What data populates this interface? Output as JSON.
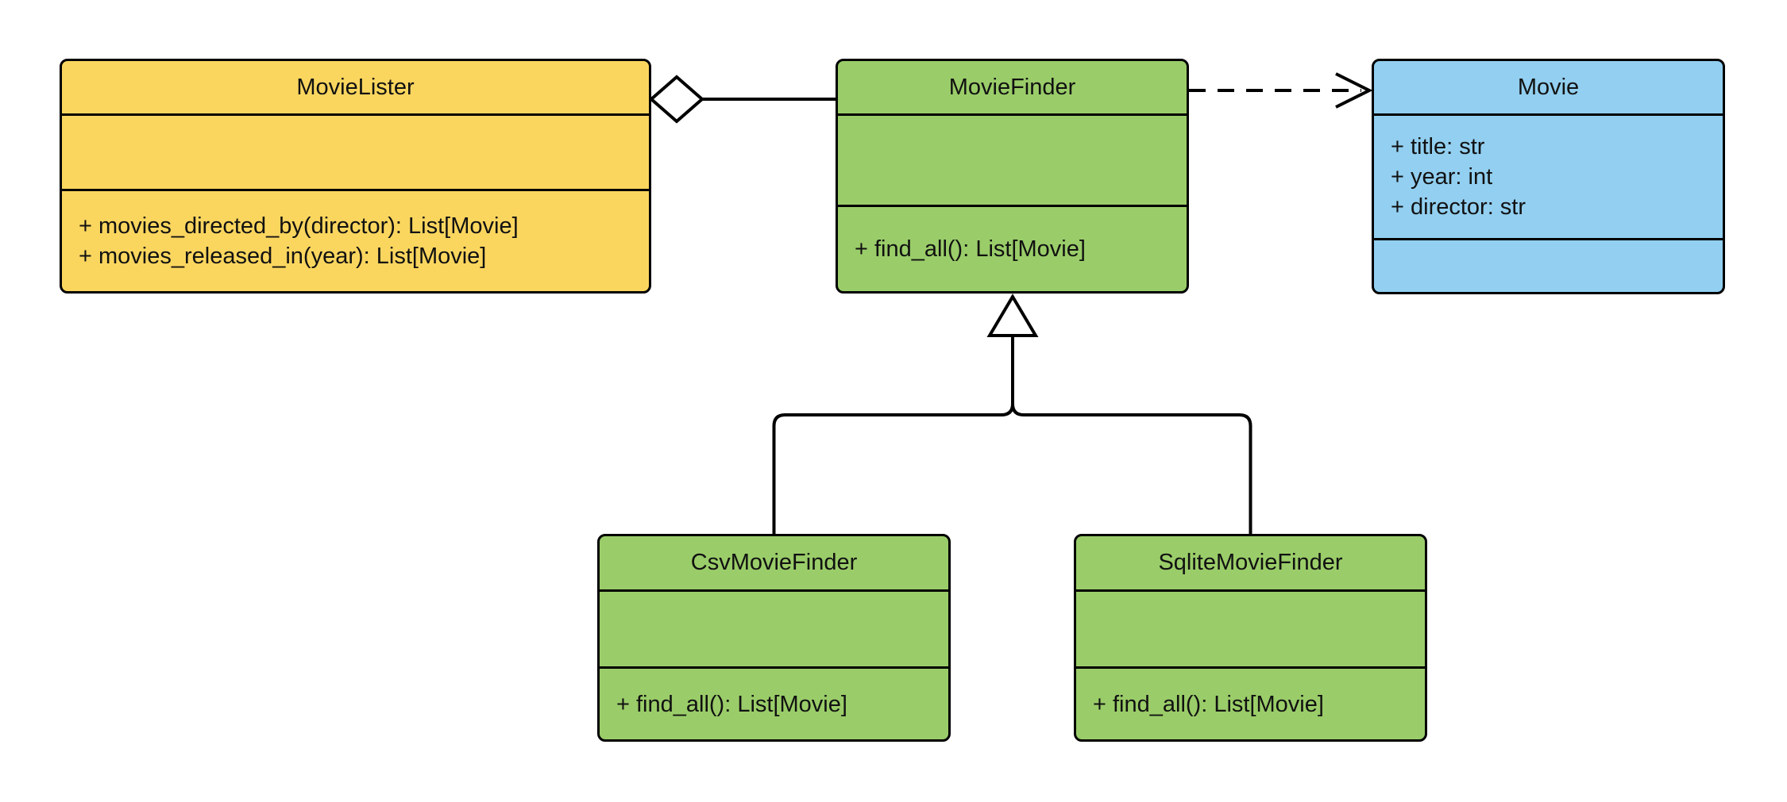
{
  "diagram": {
    "title": "UML class diagram",
    "colors": {
      "yellow_fill": "#FBD65F",
      "green_fill": "#9ACD69",
      "blue_fill": "#92CFF0",
      "stroke": "#000000",
      "background": "#FFFFFF"
    },
    "classes": [
      {
        "name": "MovieLister",
        "fill": "#FBD65F",
        "attributes": [],
        "methods": [
          "+ movies_directed_by(director): List[Movie]",
          "+ movies_released_in(year): List[Movie]"
        ]
      },
      {
        "name": "MovieFinder",
        "fill": "#9ACD69",
        "attributes": [],
        "methods": [
          "+ find_all(): List[Movie]"
        ]
      },
      {
        "name": "Movie",
        "fill": "#92CFF0",
        "attributes": [
          "+ title: str",
          "+ year: int",
          "+ director: str"
        ],
        "methods": []
      },
      {
        "name": "CsvMovieFinder",
        "fill": "#9ACD69",
        "attributes": [],
        "methods": [
          "+ find_all(): List[Movie]"
        ]
      },
      {
        "name": "SqliteMovieFinder",
        "fill": "#9ACD69",
        "attributes": [],
        "methods": [
          "+ find_all(): List[Movie]"
        ]
      }
    ],
    "relationships": [
      {
        "type": "aggregation",
        "from": "MovieLister",
        "to": "MovieFinder",
        "line": "solid",
        "marker": "open-diamond-at-source"
      },
      {
        "type": "dependency",
        "from": "MovieFinder",
        "to": "Movie",
        "line": "dashed",
        "marker": "open-arrow-at-target"
      },
      {
        "type": "inheritance",
        "from": "CsvMovieFinder",
        "to": "MovieFinder",
        "line": "solid",
        "marker": "hollow-triangle-at-target"
      },
      {
        "type": "inheritance",
        "from": "SqliteMovieFinder",
        "to": "MovieFinder",
        "line": "solid",
        "marker": "hollow-triangle-at-target"
      }
    ]
  }
}
